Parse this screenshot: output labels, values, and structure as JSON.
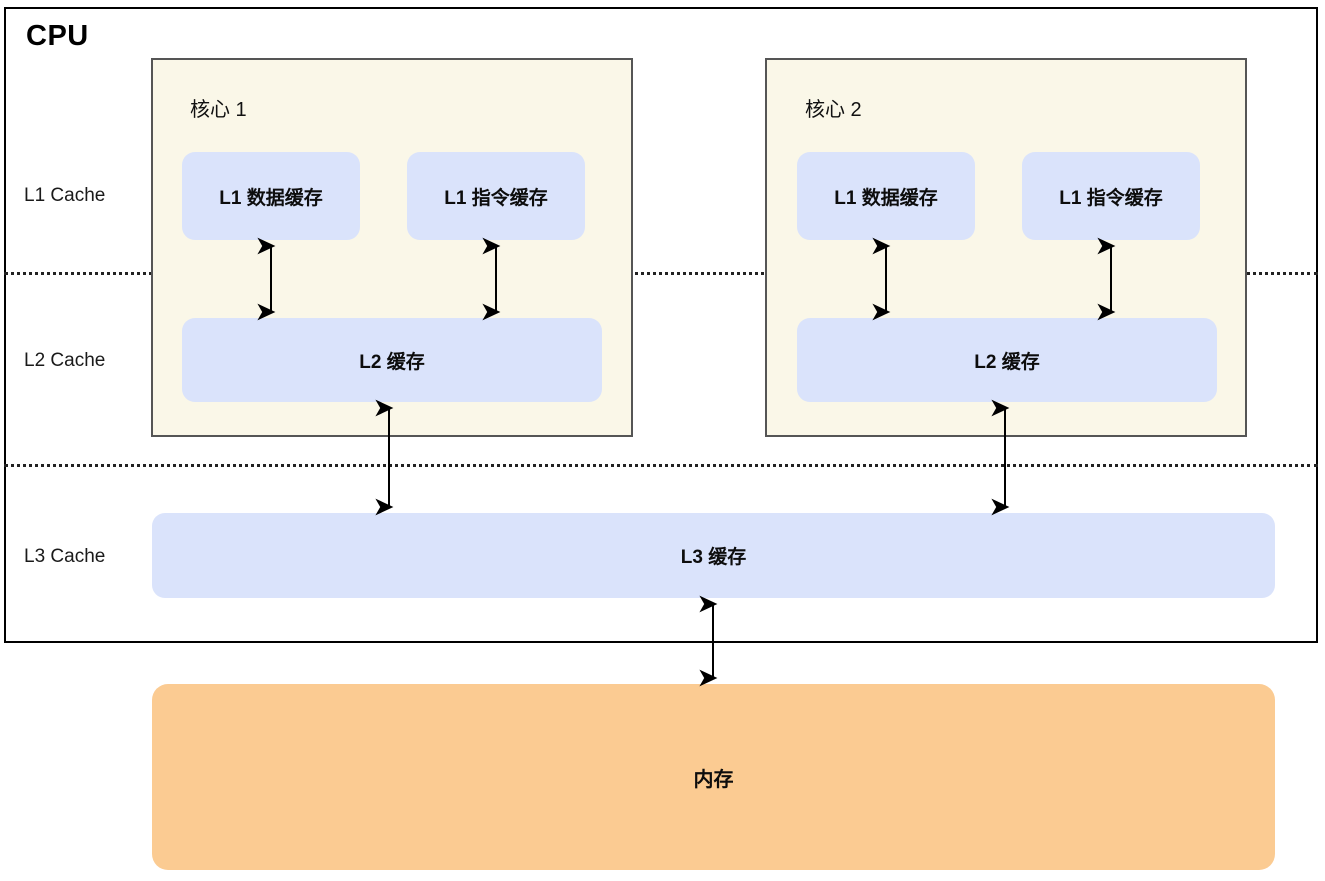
{
  "diagram": {
    "title": "CPU",
    "level_labels": [
      {
        "id": "l1",
        "text": "L1 Cache"
      },
      {
        "id": "l2",
        "text": "L2 Cache"
      },
      {
        "id": "l3",
        "text": "L3 Cache"
      }
    ],
    "cores": [
      {
        "id": "core-1",
        "label": "核心 1",
        "l1_data": "L1 数据缓存",
        "l1_instruction": "L1 指令缓存",
        "l2": "L2 缓存"
      },
      {
        "id": "core-2",
        "label": "核心 2",
        "l1_data": "L1 数据缓存",
        "l1_instruction": "L1 指令缓存",
        "l2": "L2 缓存"
      }
    ],
    "shared": {
      "l3": "L3 缓存",
      "memory": "内存"
    },
    "colors": {
      "core_fill": "#faf7e8",
      "core_stroke": "#555555",
      "cache_fill": "#dae3fb",
      "memory_fill": "#fbcb92",
      "outline": "#000000",
      "separator": "#222222",
      "arrow": "#000000"
    }
  }
}
